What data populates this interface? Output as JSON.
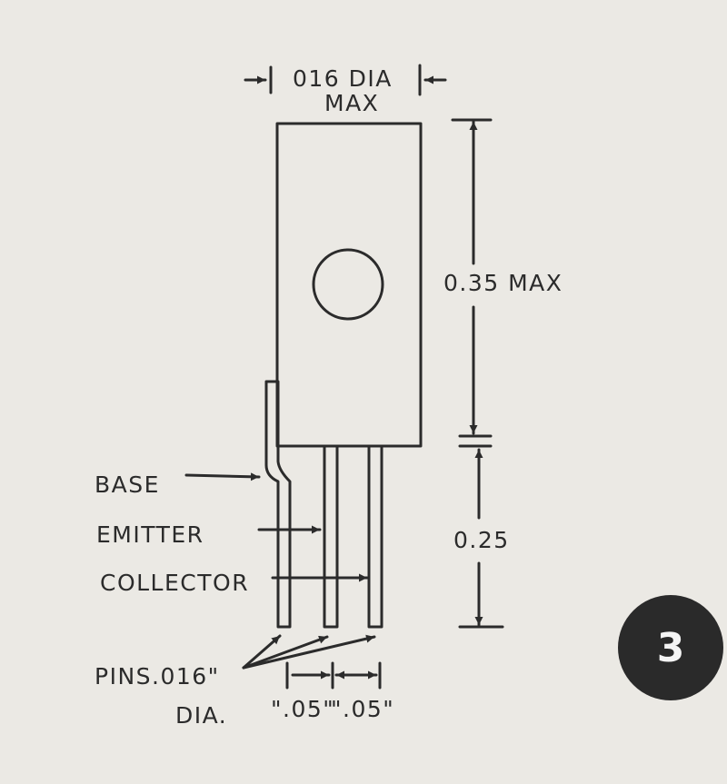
{
  "labels": {
    "top_dim_line1": "016 DIA",
    "top_dim_line2": "MAX",
    "height_dim": "0.35 MAX",
    "lead_dim": "0.25",
    "base": "BASE",
    "emitter": "EMITTER",
    "collector": "COLLECTOR",
    "pins": "PINS.016\"",
    "dia": "DIA.",
    "spacing_1": "\".05\"",
    "spacing_2": "\".05\""
  },
  "badge": {
    "number": "3"
  },
  "colors": {
    "ink": "#2b2b2b",
    "paper": "#ebe9e4",
    "badge": "#2a2a2a"
  }
}
